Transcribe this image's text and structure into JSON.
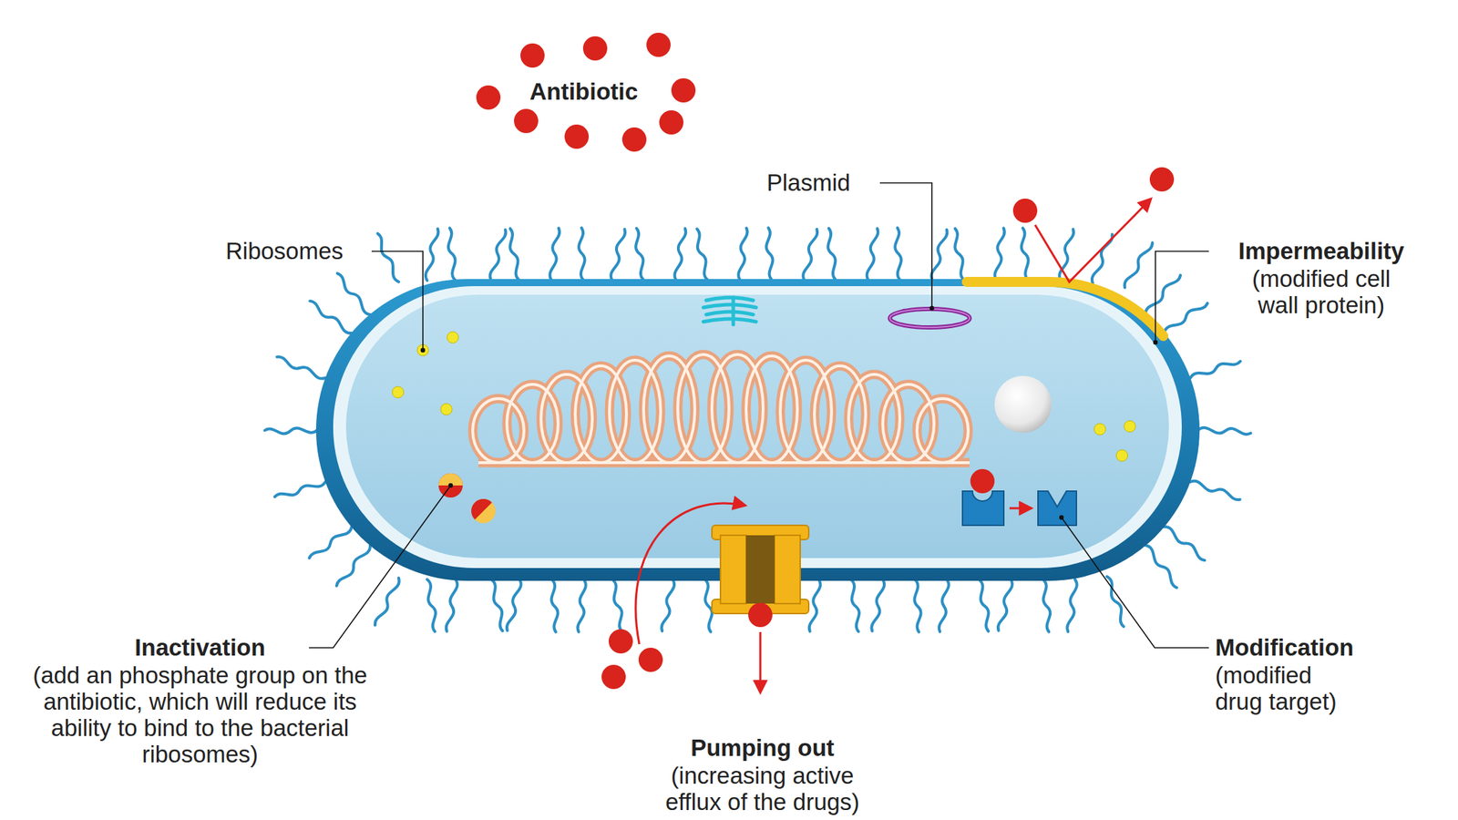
{
  "diagram": {
    "labels": [
      "Antibiotic",
      "Plasmid",
      "Ribosomes",
      "Impermeability",
      "(modified cell wall protein)",
      "Inactivation",
      "(add an phosphate group on the antibiotic, which will reduce its ability to bind to the bacterial ribosomes)",
      "Pumping out",
      "(increasing active efflux of the drugs)",
      "Modification",
      "(modified drug target)"
    ]
  }
}
